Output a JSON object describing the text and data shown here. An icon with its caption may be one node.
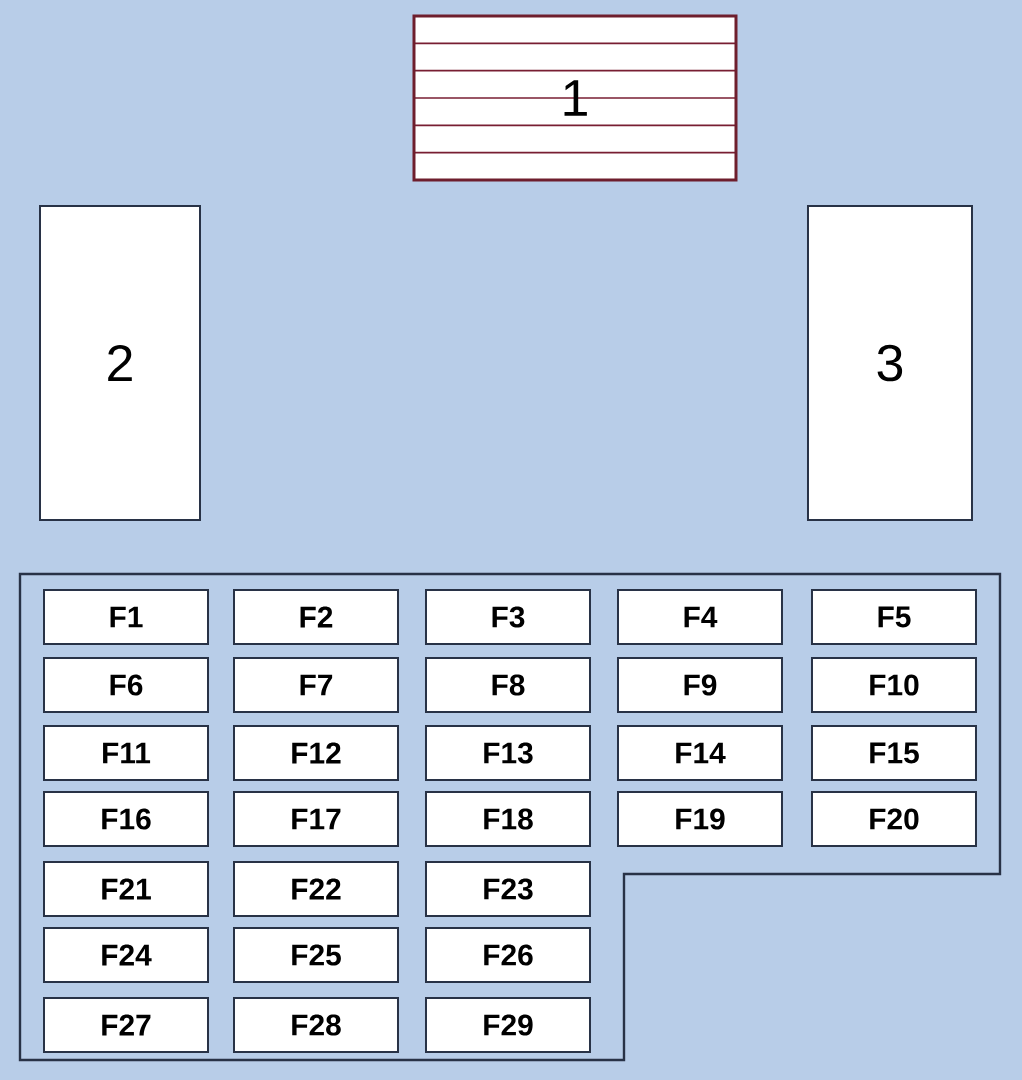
{
  "diagram": {
    "nodes": [
      {
        "text": [
          "1"
        ]
      },
      {
        "text": [
          "2"
        ]
      },
      {
        "text": [
          "3"
        ]
      },
      {
        "text": [],
        "shape": "box"
      },
      {
        "text": [
          "F1"
        ],
        "in": 3
      },
      {
        "text": [
          "F2"
        ],
        "in": 3
      },
      {
        "text": [
          "F3"
        ],
        "in": 3
      },
      {
        "text": [
          "F4"
        ],
        "in": 3
      },
      {
        "text": [
          "F5"
        ],
        "in": 3
      },
      {
        "text": [
          "F6"
        ],
        "in": 3
      },
      {
        "text": [
          "F7"
        ],
        "in": 3
      },
      {
        "text": [
          "F8"
        ],
        "in": 3
      },
      {
        "text": [
          "F9"
        ],
        "in": 3
      },
      {
        "text": [
          "F10"
        ],
        "in": 3
      },
      {
        "text": [
          "F11"
        ],
        "in": 3
      },
      {
        "text": [
          "F12"
        ],
        "in": 3
      },
      {
        "text": [
          "F13"
        ],
        "in": 3
      },
      {
        "text": [
          "F14"
        ],
        "in": 3
      },
      {
        "text": [
          "F15"
        ],
        "in": 3
      },
      {
        "text": [
          "F16"
        ],
        "in": 3
      },
      {
        "text": [
          "F17"
        ],
        "in": 3
      },
      {
        "text": [
          "F18"
        ],
        "in": 3
      },
      {
        "text": [
          "F19"
        ],
        "in": 3
      },
      {
        "text": [
          "F20"
        ],
        "in": 3
      },
      {
        "text": [
          "F21"
        ],
        "in": 3
      },
      {
        "text": [
          "F22"
        ],
        "in": 3
      },
      {
        "text": [
          "F23"
        ],
        "in": 3
      },
      {
        "text": [
          "F24"
        ],
        "in": 3
      },
      {
        "text": [
          "F25"
        ],
        "in": 3
      },
      {
        "text": [
          "F26"
        ],
        "in": 3
      },
      {
        "text": [
          "F27"
        ],
        "in": 3
      },
      {
        "text": [
          "F28"
        ],
        "in": 3
      },
      {
        "text": [
          "F29"
        ],
        "in": 3
      }
    ]
  }
}
